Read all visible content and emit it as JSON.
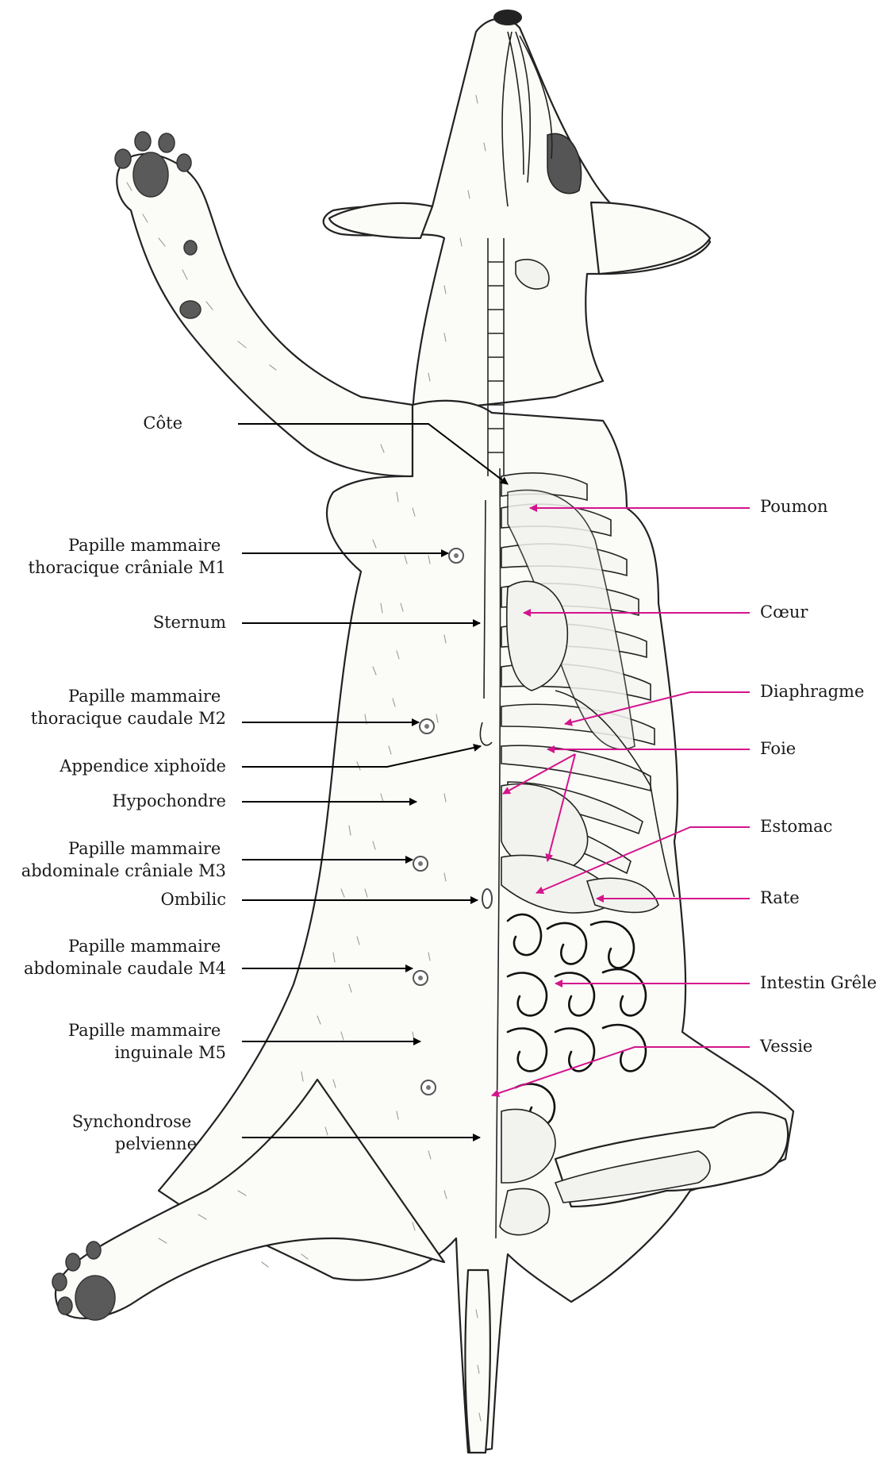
{
  "figure": {
    "left_labels": [
      {
        "id": "cote",
        "lines": [
          "Côte"
        ]
      },
      {
        "id": "m1",
        "lines": [
          "Papille mammaire",
          "thoracique crâniale M1"
        ]
      },
      {
        "id": "sternum",
        "lines": [
          "Sternum"
        ]
      },
      {
        "id": "m2",
        "lines": [
          "Papille mammaire",
          "thoracique caudale M2"
        ]
      },
      {
        "id": "xipho",
        "lines": [
          "Appendice xiphoïde"
        ]
      },
      {
        "id": "hypo",
        "lines": [
          "Hypochondre"
        ]
      },
      {
        "id": "m3",
        "lines": [
          "Papille mammaire",
          "abdominale crâniale M3"
        ]
      },
      {
        "id": "ombilic",
        "lines": [
          "Ombilic"
        ]
      },
      {
        "id": "m4",
        "lines": [
          "Papille mammaire",
          "abdominale caudale M4"
        ]
      },
      {
        "id": "m5",
        "lines": [
          "Papille mammaire",
          "inguinale M5"
        ]
      },
      {
        "id": "synchondrose",
        "lines": [
          "Synchondrose",
          "pelvienne"
        ]
      }
    ],
    "right_labels": [
      {
        "id": "poumon",
        "text": "Poumon"
      },
      {
        "id": "coeur",
        "text": "Cœur"
      },
      {
        "id": "diaphragme",
        "text": "Diaphragme"
      },
      {
        "id": "foie",
        "text": "Foie"
      },
      {
        "id": "estomac",
        "text": "Estomac"
      },
      {
        "id": "rate",
        "text": "Rate"
      },
      {
        "id": "intestin",
        "text": "Intestin Grêle"
      },
      {
        "id": "vessie",
        "text": "Vessie"
      }
    ],
    "colors": {
      "left_arrow": "#000000",
      "right_arrow": "#d4148c",
      "paw_pad": "#5a5a5a"
    }
  }
}
